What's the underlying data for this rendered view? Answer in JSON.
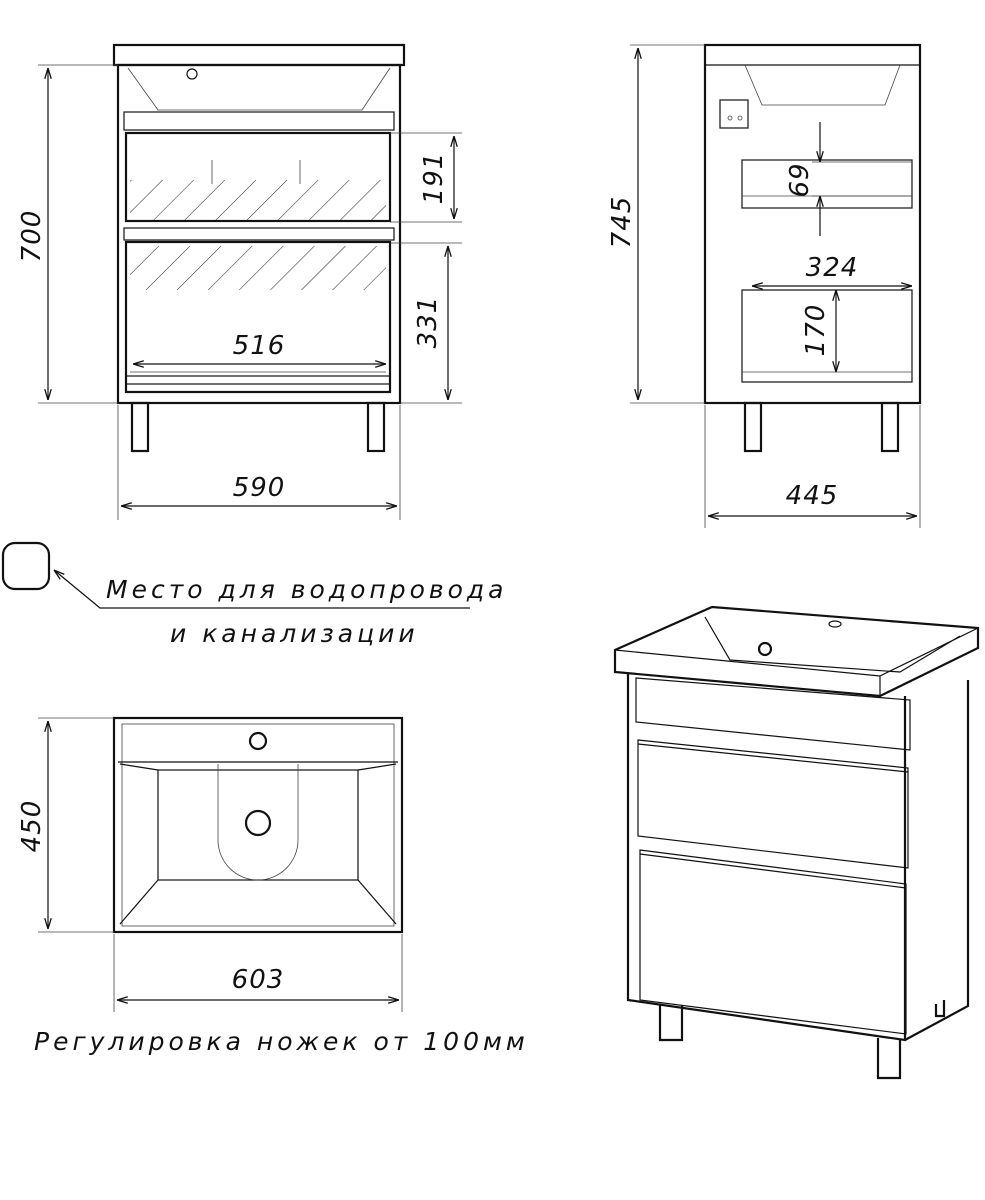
{
  "dimensions": {
    "front_height": "700",
    "front_width": "590",
    "drawer_top_height": "191",
    "drawer_bottom_height": "331",
    "inner_width": "516",
    "side_height": "745",
    "side_depth": "445",
    "side_gap": "69",
    "side_inner_depth": "324",
    "side_drawer_height": "170",
    "top_depth": "450",
    "top_width": "603"
  },
  "notes": {
    "plumbing_line1": "Место для водопровода",
    "plumbing_line2": "и канализации",
    "legs": "Регулировка ножек от 100мм"
  },
  "colors": {
    "line": "#111111",
    "background": "#ffffff"
  }
}
